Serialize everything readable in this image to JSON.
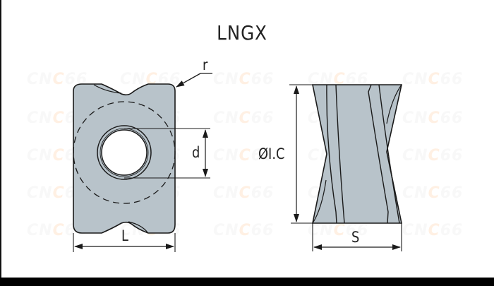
{
  "title": "LNGX",
  "labels": {
    "corner_radius": "r",
    "bore_diameter": "d",
    "length": "L",
    "inscribed_circle": "ØI.C",
    "thickness": "S"
  },
  "watermark": {
    "text_prefix": "CN",
    "text_accent": "C",
    "text_suffix": "66"
  },
  "colors": {
    "insert_fill": "#b8c3ca",
    "line": "#1a1a1a",
    "background": "#ffffff",
    "watermark_accent": "#ff963c"
  }
}
